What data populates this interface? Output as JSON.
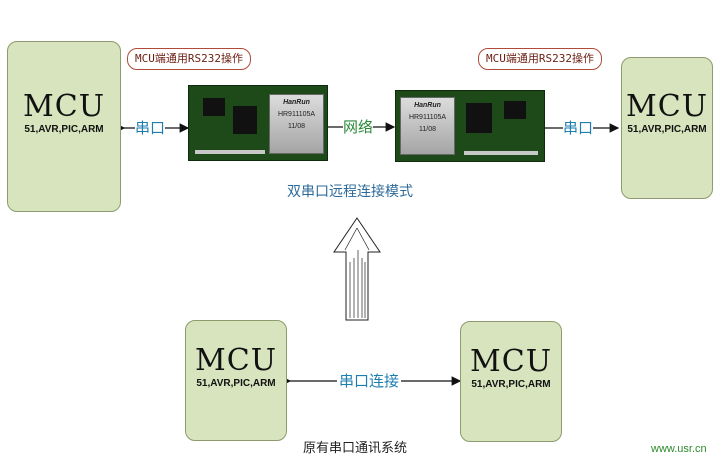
{
  "mcu": {
    "name": "MCU",
    "sub": "51,AVR,PIC,ARM"
  },
  "tags": {
    "left": "MCU端通用RS232操作",
    "right": "MCU端通用RS232操作"
  },
  "links": {
    "serial_left": "串口",
    "network": "网络",
    "serial_right": "串口",
    "serial_connect": "串口连接"
  },
  "captions": {
    "remote_mode": "双串口远程连接模式",
    "original": "原有串口通讯系统"
  },
  "modules": {
    "brand": "HanRun",
    "part": "HR911105A",
    "date": "11/08"
  },
  "footer": {
    "url": "www.usr.cn"
  },
  "colors": {
    "mcu_fill": "#d7e4bd",
    "label_blue": "#1f7eb0",
    "tag_border": "#b04a3a"
  }
}
